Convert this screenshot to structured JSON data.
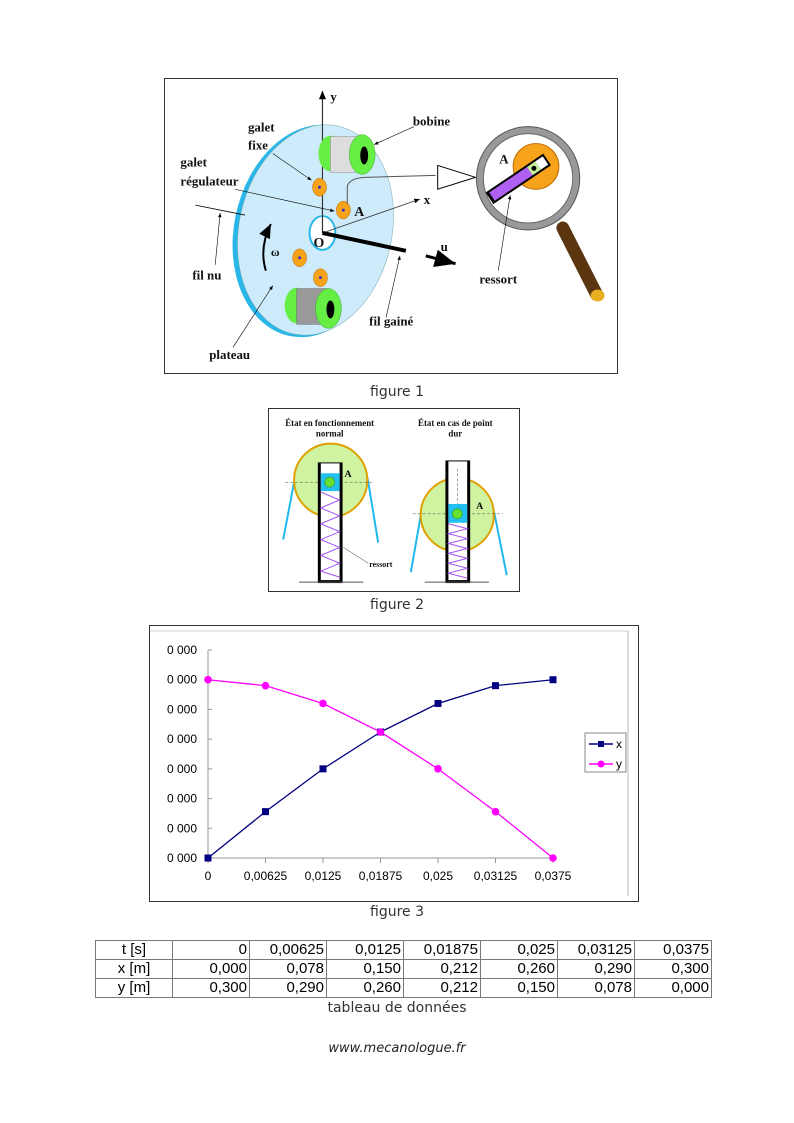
{
  "figure1": {
    "caption": "figure 1",
    "labels": {
      "y_axis": "y",
      "x_axis": "x",
      "bobine": "bobine",
      "galet_fixe_1": "galet",
      "galet_fixe_2": "fixe",
      "galet_regulateur_1": "galet",
      "galet_regulateur_2": "régulateur",
      "point_a": "A",
      "origin": "O",
      "omega": "ω",
      "u": "u",
      "fil_nu": "fil nu",
      "fil_gaine": "fil gainé",
      "plateau": "plateau",
      "ressort": "ressort",
      "zoom_a": "A"
    }
  },
  "figure2": {
    "caption": "figure 2",
    "left_title_1": "État en fonctionnement",
    "left_title_2": "normal",
    "right_title_1": "État en cas de point",
    "right_title_2": "dur",
    "label_a_left": "A",
    "label_a_right": "A",
    "ressort": "ressort"
  },
  "figure3": {
    "caption": "figure 3"
  },
  "chart_data": {
    "type": "line",
    "title": "",
    "xlabel": "",
    "ylabel": "",
    "categories": [
      "0",
      "0,00625",
      "0,0125",
      "0,01875",
      "0,025",
      "0,03125",
      "0,0375"
    ],
    "x": [
      0,
      0.00625,
      0.0125,
      0.01875,
      0.025,
      0.03125,
      0.0375
    ],
    "ytick_labels": [
      "0 000",
      "0 000",
      "0 000",
      "0 000",
      "0 000",
      "0 000",
      "0 000",
      "0 000"
    ],
    "ylim": [
      0,
      0.35
    ],
    "grid": false,
    "legend": "right",
    "series": [
      {
        "name": "x",
        "color": "#000080",
        "marker": "square",
        "values": [
          0.0,
          0.078,
          0.15,
          0.212,
          0.26,
          0.29,
          0.3
        ]
      },
      {
        "name": "y",
        "color": "#FF00FF",
        "marker": "circle",
        "values": [
          0.3,
          0.29,
          0.26,
          0.212,
          0.15,
          0.078,
          0.0
        ]
      }
    ]
  },
  "table": {
    "caption": "tableau de données",
    "rows": [
      {
        "header": "t [s]",
        "values": [
          "0",
          "0,00625",
          "0,0125",
          "0,01875",
          "0,025",
          "0,03125",
          "0,0375"
        ]
      },
      {
        "header": "x [m]",
        "values": [
          "0,000",
          "0,078",
          "0,150",
          "0,212",
          "0,260",
          "0,290",
          "0,300"
        ]
      },
      {
        "header": "y [m]",
        "values": [
          "0,300",
          "0,290",
          "0,260",
          "0,212",
          "0,150",
          "0,078",
          "0,000"
        ]
      }
    ]
  },
  "footer": {
    "url": "www.mecanologue.fr"
  }
}
